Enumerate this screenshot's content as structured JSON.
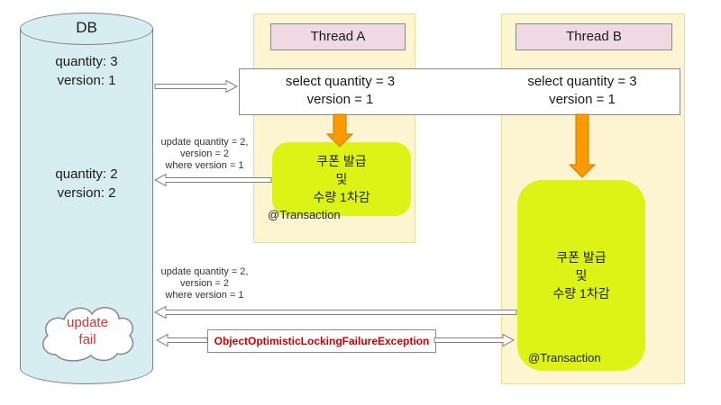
{
  "colors": {
    "db_fill": "#d6edf1",
    "panel_fill": "#fdf5d2",
    "header_fill": "#efdae3",
    "task_fill": "#ddf215",
    "arrow_orange": "#ff9900",
    "fail_red": "#d63333",
    "exception_red": "#cc0000"
  },
  "db": {
    "title": "DB",
    "state_initial": {
      "line1": "quantity: 3",
      "line2": "version: 1"
    },
    "state_updated": {
      "line1": "quantity: 2",
      "line2": "version: 2"
    },
    "fail": {
      "line1": "update",
      "line2": "fail"
    }
  },
  "thread_a": {
    "title": "Thread A",
    "select": {
      "line1": "select quantity = 3",
      "line2": "version = 1"
    },
    "task": {
      "line1": "쿠폰 발급",
      "line2": "및",
      "line3": "수량 1차감"
    },
    "transaction": "@Transaction",
    "update": {
      "line1": "update quantity = 2,",
      "line2": "version = 2",
      "line3": "where version = 1"
    }
  },
  "thread_b": {
    "title": "Thread B",
    "select": {
      "line1": "select quantity = 3",
      "line2": "version = 1"
    },
    "task": {
      "line1": "쿠폰 발급",
      "line2": "및",
      "line3": "수량 1차감"
    },
    "transaction": "@Transaction",
    "update": {
      "line1": "update quantity = 2,",
      "line2": "version = 2",
      "line3": "where version = 1"
    }
  },
  "exception": {
    "label": "ObjectOptimisticLockingFailureException"
  }
}
